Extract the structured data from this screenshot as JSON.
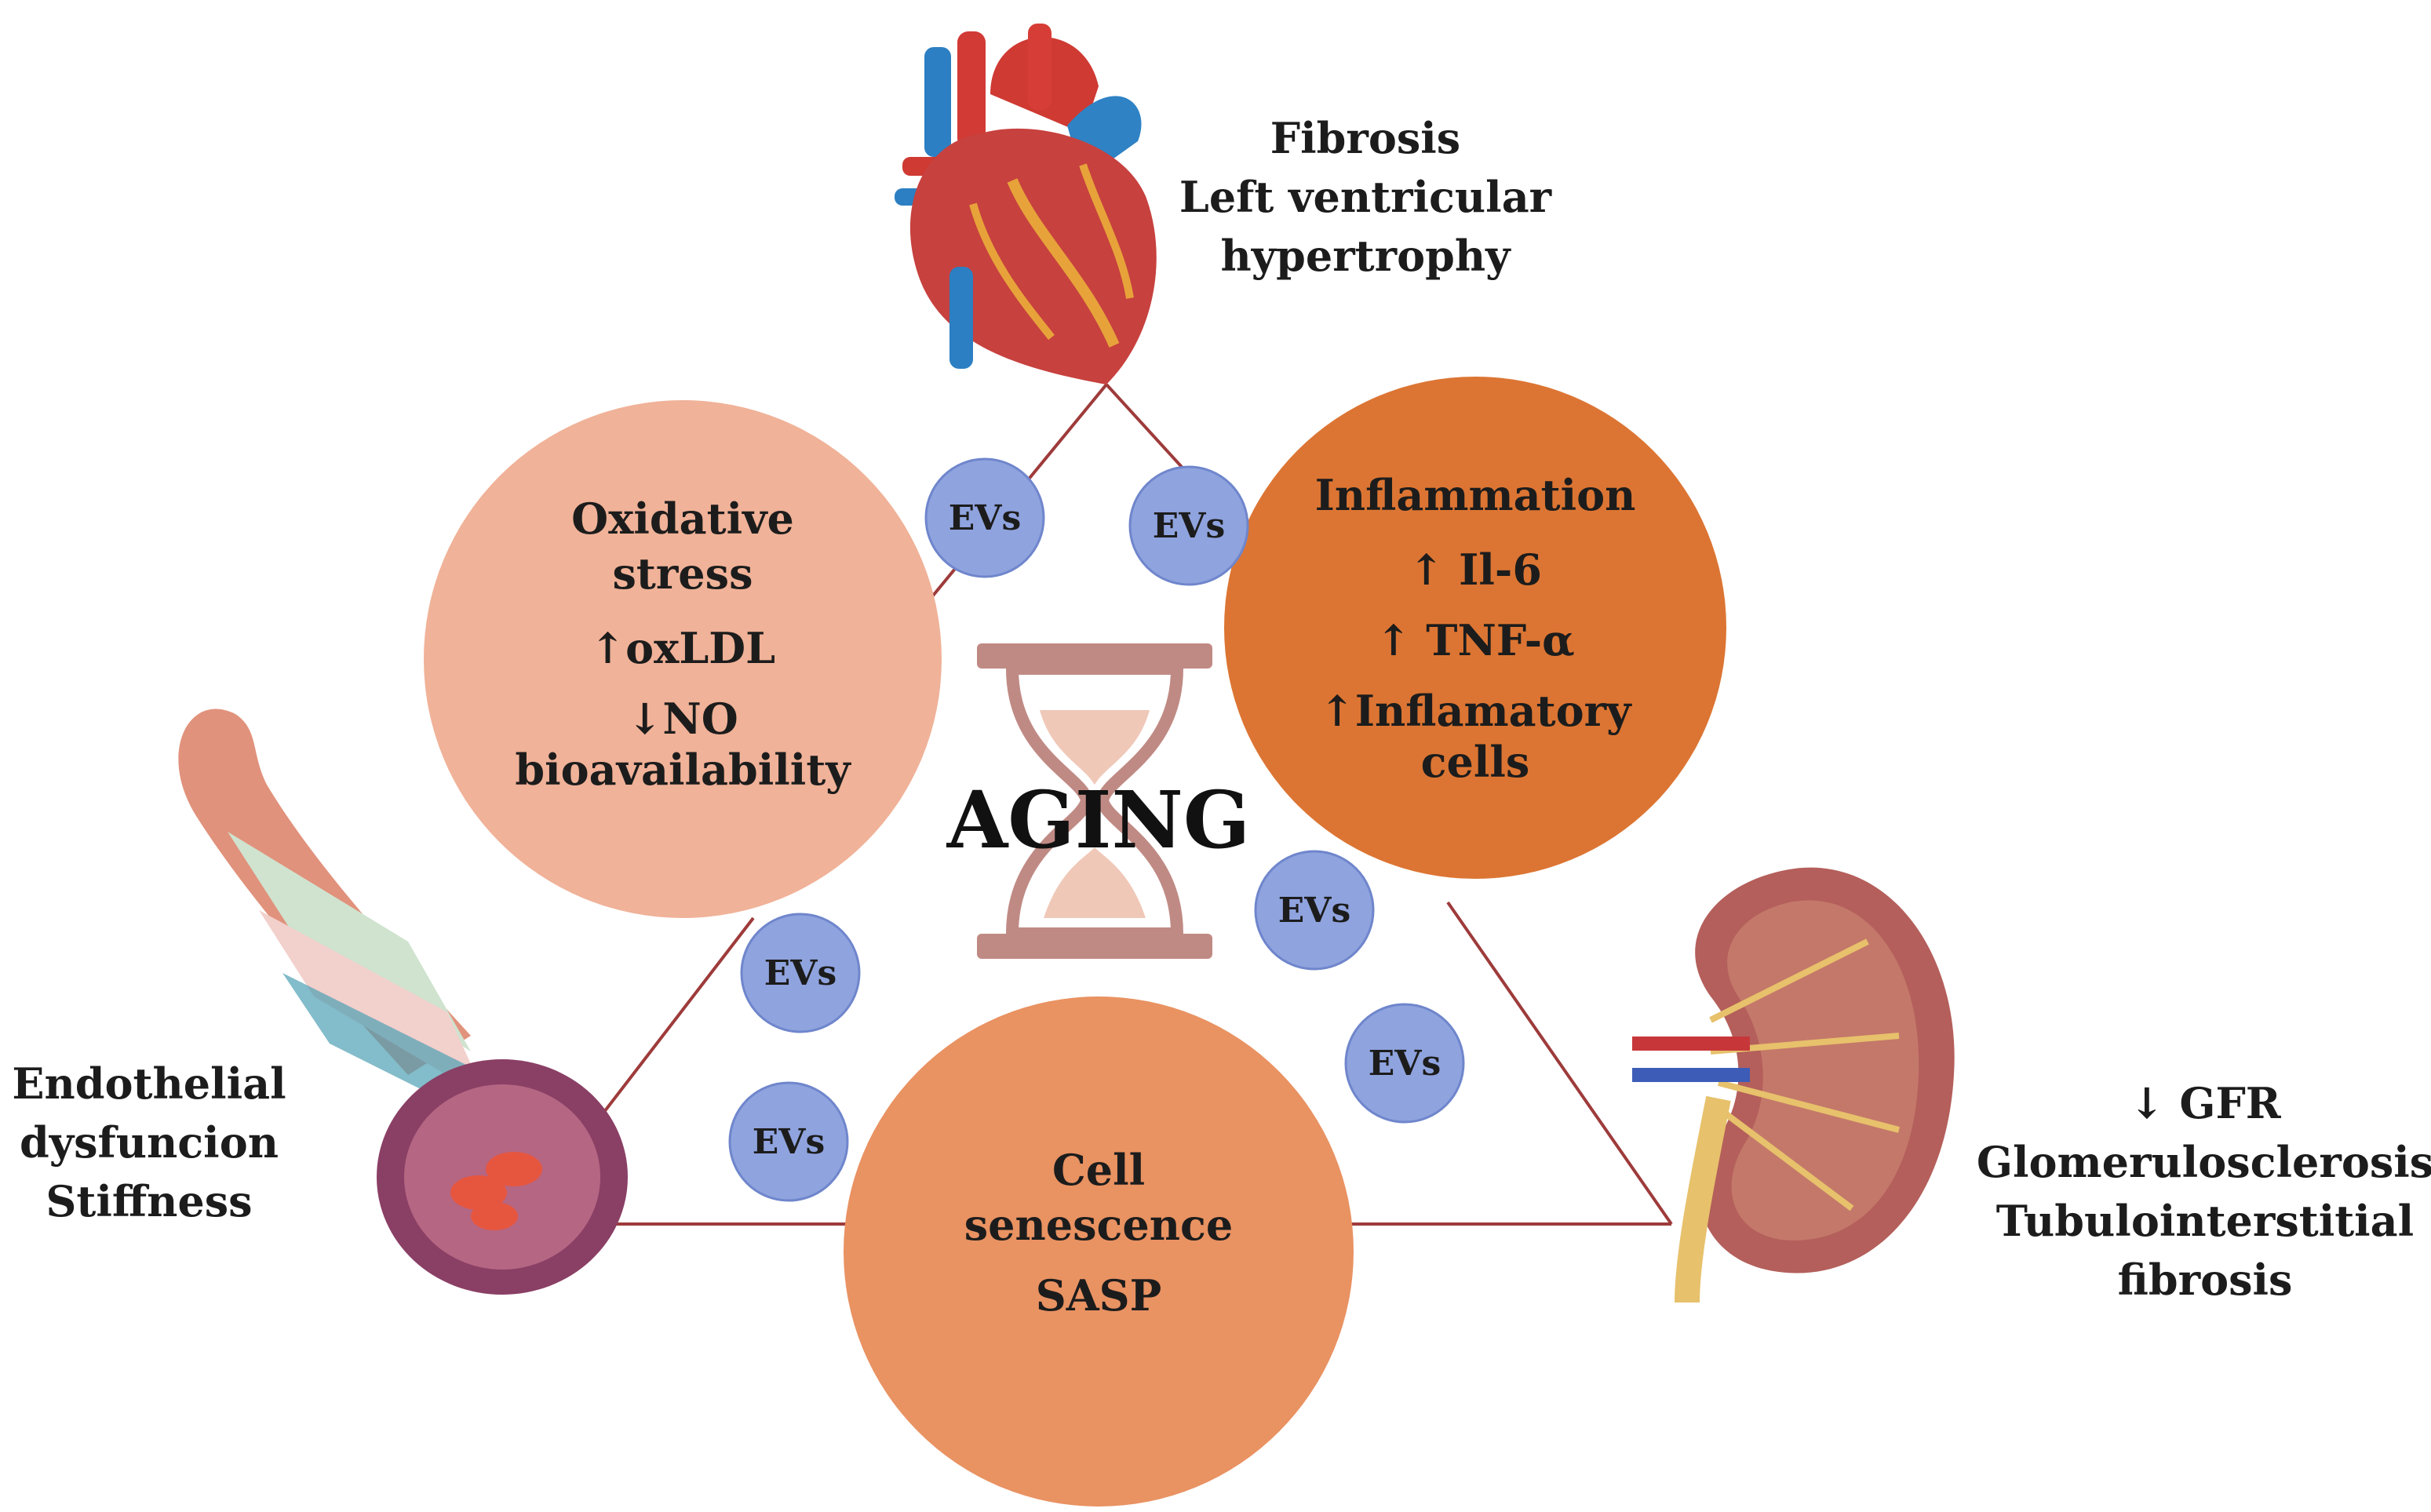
{
  "center": {
    "title": "AGING"
  },
  "heart": {
    "lines": [
      "Fibrosis",
      "Left ventricular",
      "hypertrophy"
    ]
  },
  "vessel": {
    "lines": [
      "Endothelial",
      "dysfuncion",
      "Stiffness"
    ]
  },
  "kidney": {
    "lines": [
      "↓ GFR",
      "Glomerulosclerosis",
      "Tubulointerstitial",
      "fibrosis"
    ]
  },
  "circles": {
    "oxidative": {
      "lines": [
        "Oxidative",
        "stress",
        "↑oxLDL",
        "↓NO",
        "bioavailability"
      ],
      "color": "#f0b298"
    },
    "inflammation": {
      "lines": [
        "Inflammation",
        "↑ Il-6",
        "↑ TNF-α",
        "↑Inflamatory",
        "cells"
      ],
      "color": "#dc7533"
    },
    "senescence": {
      "lines": [
        "Cell",
        "senescence",
        "SASP"
      ],
      "color": "#e99262"
    }
  },
  "ev_label": "EVs",
  "colors": {
    "ev_fill": "#8fa3de",
    "ev_stroke": "#6f86cc",
    "line": "#9e3b3b",
    "hourglass": "#c08a84"
  }
}
